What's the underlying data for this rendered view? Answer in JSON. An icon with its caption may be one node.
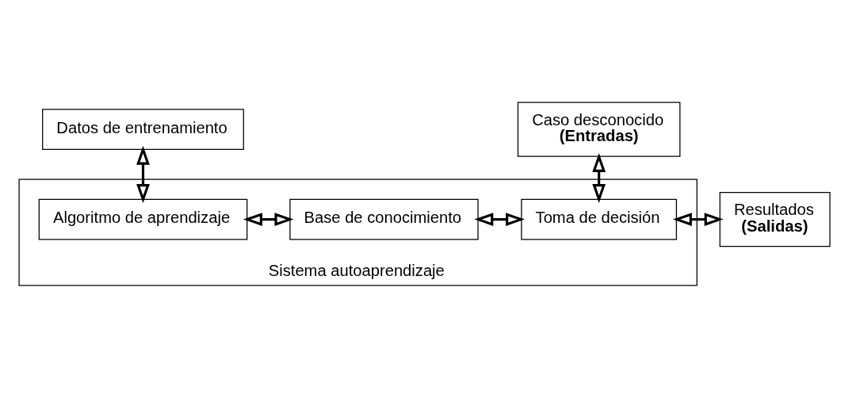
{
  "diagram": {
    "nodes": [
      {
        "text": [
          "Datos de entrenamiento"
        ]
      },
      {
        "text": [
          "Caso desconocido",
          "(Entradas)"
        ]
      },
      {
        "text": [
          "Sistema autoaprendizaje"
        ]
      },
      {
        "text": [
          "Algoritmo de aprendizaje"
        ],
        "in": 2
      },
      {
        "text": [
          "Base de conocimiento"
        ],
        "in": 2
      },
      {
        "text": [
          "Toma de decisión"
        ],
        "in": 2
      },
      {
        "text": [
          "Resultados",
          "(Salidas)"
        ]
      }
    ],
    "edges": [
      {
        "from": 0,
        "to": 3,
        "arrow": "both"
      },
      {
        "from": 3,
        "to": 4,
        "arrow": "both"
      },
      {
        "from": 4,
        "to": 5,
        "arrow": "both"
      },
      {
        "from": 1,
        "to": 5,
        "arrow": "both"
      },
      {
        "from": 5,
        "to": 6,
        "arrow": "both"
      }
    ]
  }
}
